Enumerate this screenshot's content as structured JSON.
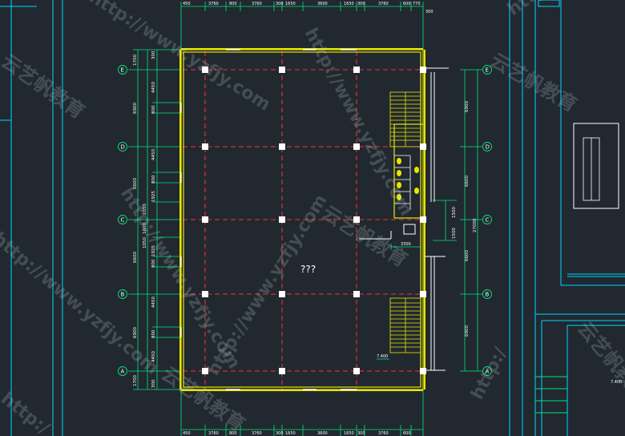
{
  "drawing": {
    "room_label": "???",
    "top_dims": [
      "450",
      "3760",
      "800",
      "3760",
      "300",
      "1650",
      "3600",
      "1650",
      "300",
      "3760",
      "600",
      "770"
    ],
    "top_dims_right": "300",
    "bottom_dims": [
      "450",
      "3760",
      "800",
      "3760",
      "300",
      "1650",
      "3600",
      "1650",
      "300",
      "3760",
      "600"
    ],
    "left_dims_outer": [
      "1700",
      "6900",
      "6600",
      "6600",
      "6900",
      "1700"
    ],
    "left_dims_inner": [
      "300",
      "4450",
      "800",
      "4450",
      "800",
      "1925",
      "1925",
      "800",
      "4450",
      "800",
      "4450",
      "300"
    ],
    "left_dims_mid": [
      "1050",
      "1000",
      "1050"
    ],
    "right_dims": [
      "6900",
      "6600",
      "6600",
      "6900"
    ],
    "right_total": "27000",
    "right_small": [
      "1500",
      "1500"
    ],
    "small_dim_3300": "3300",
    "elevation_label": "7.400",
    "elevation_label_right": "7.400",
    "axis_labels": [
      "E",
      "D",
      "C",
      "B",
      "A"
    ],
    "watermark_url": "http://www.yzfjy.com",
    "watermark_cn": "云艺帆教育",
    "watermark_url_short": "http:/"
  },
  "colors": {
    "background": "#212830",
    "wall": "#e6e600",
    "grid": "#ff3030",
    "dimension": "#00e676",
    "frame": "#00d8ff",
    "column": "#ffffff"
  }
}
